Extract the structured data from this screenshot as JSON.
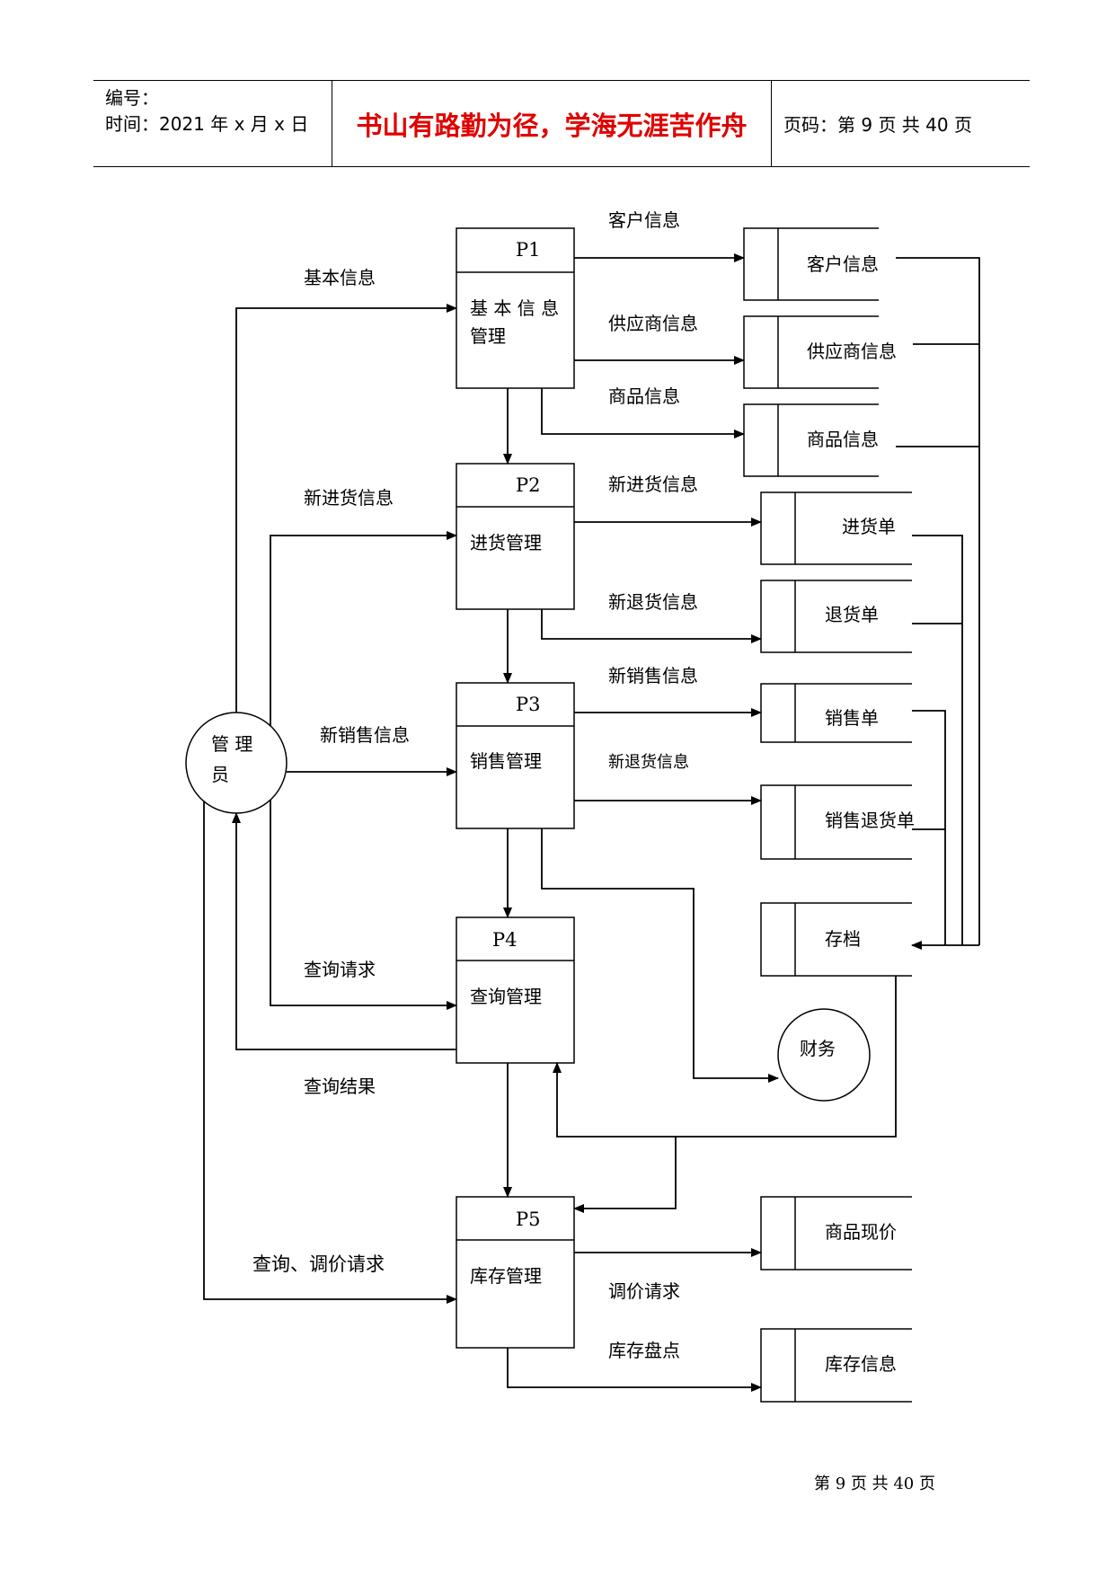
{
  "header": {
    "number_label": "编号：",
    "time_label": "时间：2021 年 x 月 x 日",
    "motto": "书山有路勤为径，学海无涯苦作舟",
    "page_info": "页码：第 9 页  共 40 页"
  },
  "processes": {
    "p1": {
      "id": "P1",
      "name_line1": "基 本 信 息",
      "name_line2": "管理"
    },
    "p2": {
      "id": "P2",
      "name": "进货管理"
    },
    "p3": {
      "id": "P3",
      "name": "销售管理"
    },
    "p4": {
      "id": "P4",
      "name": "查询管理"
    },
    "p5": {
      "id": "P5",
      "name": "库存管理"
    }
  },
  "entities": {
    "admin_line1": "管  理",
    "admin_line2": "员",
    "finance": "财务"
  },
  "stores": {
    "customer": "客户信息",
    "supplier": "供应商信息",
    "goods": "商品信息",
    "purchase_order": "进货单",
    "return_order": "退货单",
    "sales_order": "销售单",
    "sales_return_order": "销售退货单",
    "archive": "存档",
    "current_price": "商品现价",
    "stock_info": "库存信息"
  },
  "flows": {
    "basic_info": "基本信息",
    "new_purchase_info_in": "新进货信息",
    "new_sales_info_in": "新销售信息",
    "query_request": "查询请求",
    "query_result": "查询结果",
    "query_price_request": "查询、调价请求",
    "customer_info": "客户信息",
    "supplier_info": "供应商信息",
    "goods_info": "商品信息",
    "new_purchase_info": "新进货信息",
    "new_return_info": "新退货信息",
    "new_sales_info": "新销售信息",
    "new_sales_return_info": "新退货信息",
    "price_request": "调价请求",
    "stock_check": "库存盘点"
  },
  "footer": {
    "page": "第  9  页  共  40  页"
  }
}
